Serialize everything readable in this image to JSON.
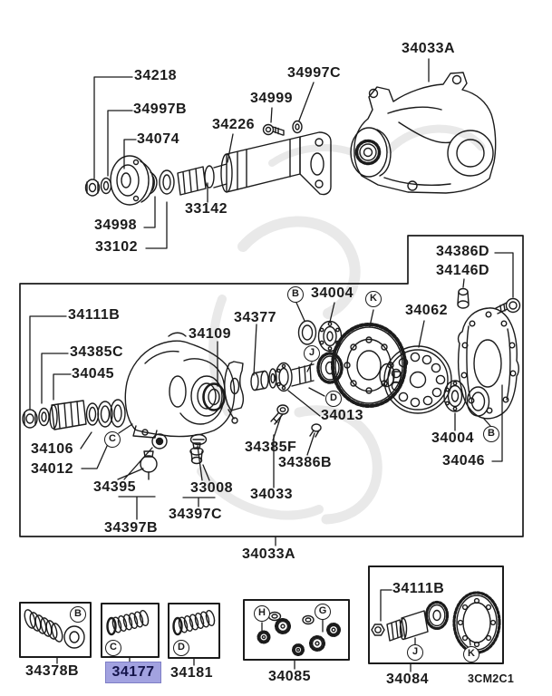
{
  "sheet": {
    "code": "3CM2C1"
  },
  "colors": {
    "ink": "#1b1b1b",
    "paper": "#ffffff",
    "watermark": "#e9e9e9",
    "highlight-fill": "#a2a2e0",
    "highlight-border": "#7e7ec6",
    "highlight-ink": "#14144a"
  },
  "parts": {
    "p34218": "34218",
    "p34997b": "34997B",
    "p34074": "34074",
    "p34226": "34226",
    "p34999": "34999",
    "p34997c": "34997C",
    "p34033a_top": "34033A",
    "p34998": "34998",
    "p33102": "33102",
    "p33142": "33142",
    "p34111b": "34111B",
    "p34385c": "34385C",
    "p34045": "34045",
    "p34106": "34106",
    "p34012": "34012",
    "p34109": "34109",
    "p34377": "34377",
    "p34004_top": "34004",
    "p34062": "34062",
    "p34386d": "34386D",
    "p34146d": "34146D",
    "p34013": "34013",
    "p34385f": "34385F",
    "p34386b": "34386B",
    "p34033": "34033",
    "p34395": "34395",
    "p33008": "33008",
    "p34397c": "34397C",
    "p34397b": "34397B",
    "p34004_bottom": "34004",
    "p34046": "34046",
    "p34033a_bottom": "34033A",
    "p34378b": "34378B",
    "p34177": "34177",
    "p34181": "34181",
    "p34085": "34085",
    "p34084": "34084",
    "p34111b_inset": "34111B"
  },
  "callouts": {
    "b1": "B",
    "k1": "K",
    "j1": "J",
    "d1": "D",
    "c1": "C",
    "b2": "B",
    "b3": "B",
    "c2": "C",
    "d2": "D",
    "h1": "H",
    "g1": "G",
    "j2": "J",
    "k2": "K"
  }
}
